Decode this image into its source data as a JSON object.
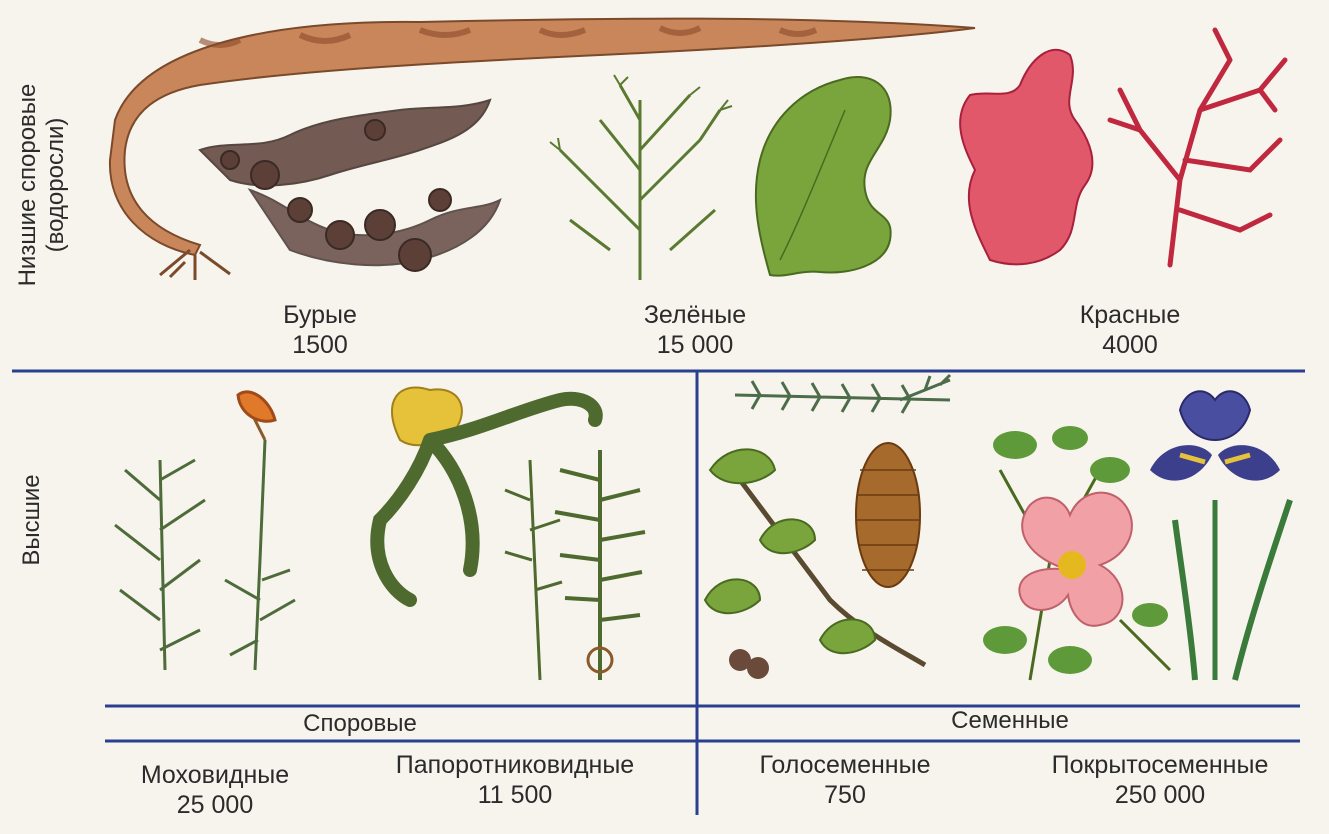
{
  "rows": {
    "lower_label_line1": "Низшие споровые",
    "lower_label_line2": "(водоросли)",
    "higher_label": "Высшие"
  },
  "algae": [
    {
      "name": "Бурые",
      "count": "1500"
    },
    {
      "name": "Зелёные",
      "count": "15 000"
    },
    {
      "name": "Красные",
      "count": "4000"
    }
  ],
  "groups": {
    "spore": "Споровые",
    "seed": "Семенные"
  },
  "higher": [
    {
      "name": "Моховидные",
      "count": "25 000"
    },
    {
      "name": "Папоротниковидные",
      "count": "11 500"
    },
    {
      "name": "Голосеменные",
      "count": "750"
    },
    {
      "name": "Покрытосеменные",
      "count": "250 000"
    }
  ],
  "colors": {
    "divider": "#2a3f8f",
    "brown_algae": "#5c4038",
    "kelp": "#c9865a",
    "green_algae": "#7aa43c",
    "red_algae": "#d2344d",
    "moss": "#4e6b3a",
    "fern": "#4f6a2f",
    "pine": "#4d6c4a",
    "cone": "#a56a2c",
    "rose": "#f1a1a6",
    "iris": "#3c3f8c"
  }
}
